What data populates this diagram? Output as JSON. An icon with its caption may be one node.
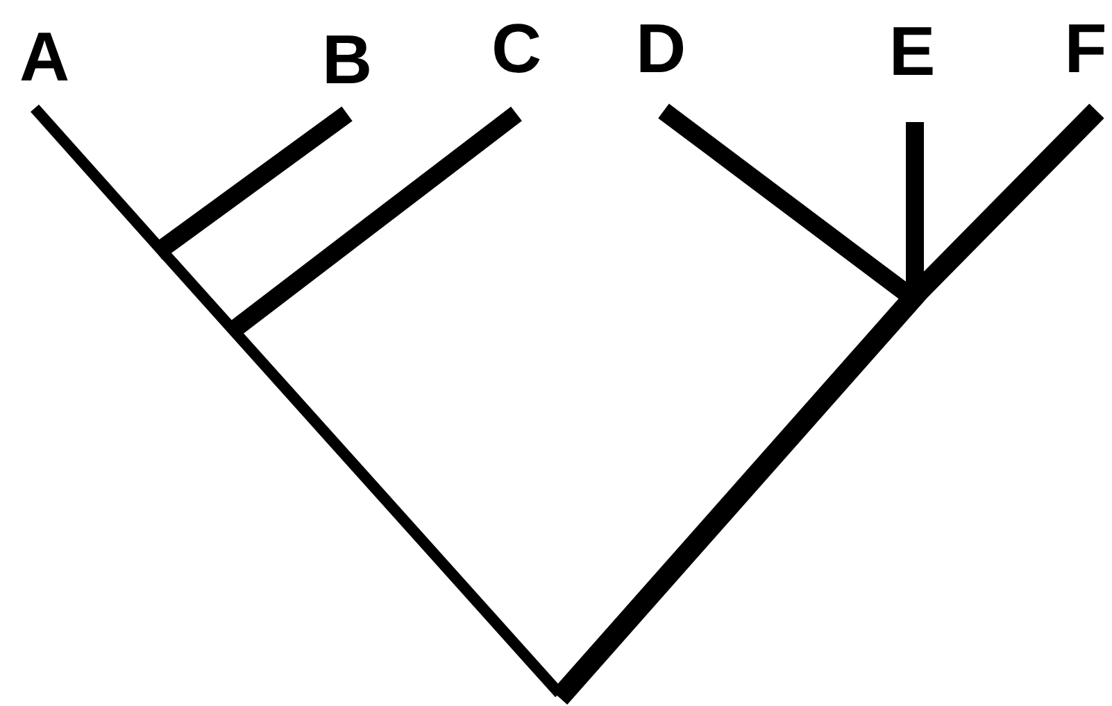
{
  "diagram": {
    "nodes": [
      {
        "text": [
          "A"
        ]
      },
      {
        "text": [
          "B"
        ]
      },
      {
        "text": [
          "C"
        ]
      },
      {
        "text": [
          "D"
        ]
      },
      {
        "text": [
          "E"
        ]
      },
      {
        "text": [
          "F"
        ]
      }
    ],
    "edges": [
      {
        "from": 0,
        "to": null,
        "arrow": "none"
      },
      {
        "from": 1,
        "to": null,
        "arrow": "none"
      },
      {
        "from": 2,
        "to": null,
        "arrow": "none"
      },
      {
        "from": 3,
        "to": null,
        "arrow": "none"
      },
      {
        "from": 4,
        "to": null,
        "arrow": "none"
      },
      {
        "from": 5,
        "to": null,
        "arrow": "none"
      }
    ]
  }
}
